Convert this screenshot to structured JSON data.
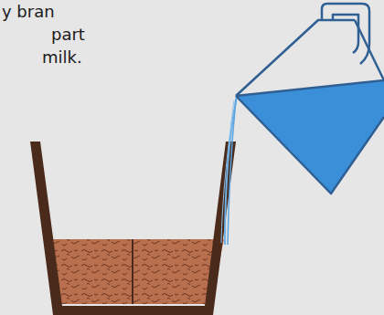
{
  "diagram": {
    "labels": [
      "y bran",
      "part",
      "milk."
    ]
  }
}
